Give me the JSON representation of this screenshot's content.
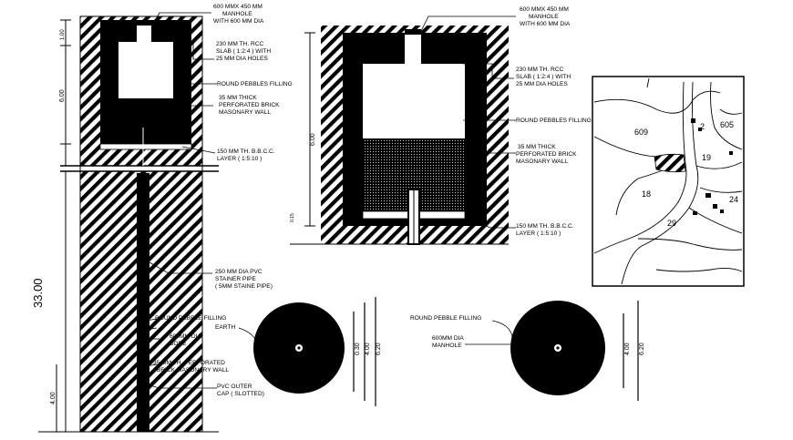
{
  "colors": {
    "ink": "#000000",
    "paper": "#ffffff"
  },
  "left_section": {
    "labels": {
      "manhole": [
        "600 MMX 450 MM",
        "MANHOLE",
        "WITH 600 MM DIA"
      ],
      "rcc_slab": [
        "230 MM TH. RCC",
        "SLAB ( 1:2:4 ) WITH",
        "25 MM DIA HOLES"
      ],
      "pebbles": [
        "ROUND PEBBLES FILLING"
      ],
      "brick_wall": [
        "35 MM THICK",
        "PERFORATED BRICK",
        "MASONARY WALL"
      ],
      "bbcc": [
        "150 MM TH. B.B.C.C.",
        "LAYER ( 1:5:10 )"
      ],
      "pvc_pipe": [
        "250 MM DIA PVC",
        "STAINER PIPE",
        "( 5MM STAINE PIPE)"
      ],
      "pebble_fill_2": [
        "ROUND PEBBLE FILLING"
      ],
      "earth": [
        "EARTH"
      ],
      "bore": [
        "600MM DIA",
        "BORE"
      ],
      "perf_wall_2": [
        "35 MM TH. PERFORATED",
        "BRICK MASONARY WALL"
      ],
      "pvc_cap": [
        "PVC OUTER",
        "CAP ( SLOTTED)"
      ]
    },
    "dims": {
      "top": "1.00",
      "upper": "6.00",
      "total": "33.00",
      "bottom": "4.00"
    }
  },
  "right_section": {
    "labels": {
      "manhole": [
        "600 MMX 450 MM",
        "MANHOLE",
        "WITH 600 MM DIA"
      ],
      "rcc_slab": [
        "230 MM TH. RCC",
        "SLAB ( 1:2:4 ) WITH",
        "25 MM DIA HOLES"
      ],
      "pebbles": [
        "ROUND PEBBLES FILLING"
      ],
      "brick_wall": [
        "35 MM THICK",
        "PERFORATED BRICK",
        "MASONARY WALL"
      ],
      "bbcc": [
        "150 MM TH. B.B.C.C.",
        "LAYER ( 1:5:10 )"
      ]
    },
    "dims": {
      "height": "6.00",
      "base": "0.15"
    }
  },
  "plan_left": {
    "dims": [
      "0.30",
      "4.00",
      "6.20"
    ]
  },
  "plan_right": {
    "labels": {
      "pebble": [
        "ROUND PEBBLE FILLING"
      ],
      "manhole": [
        "600MM DIA",
        "MANHOLE"
      ]
    },
    "dims": [
      "4.00",
      "6.20"
    ]
  },
  "site_map": {
    "plots": [
      "609",
      "2",
      "605",
      "19",
      "18",
      "24",
      "29"
    ]
  }
}
